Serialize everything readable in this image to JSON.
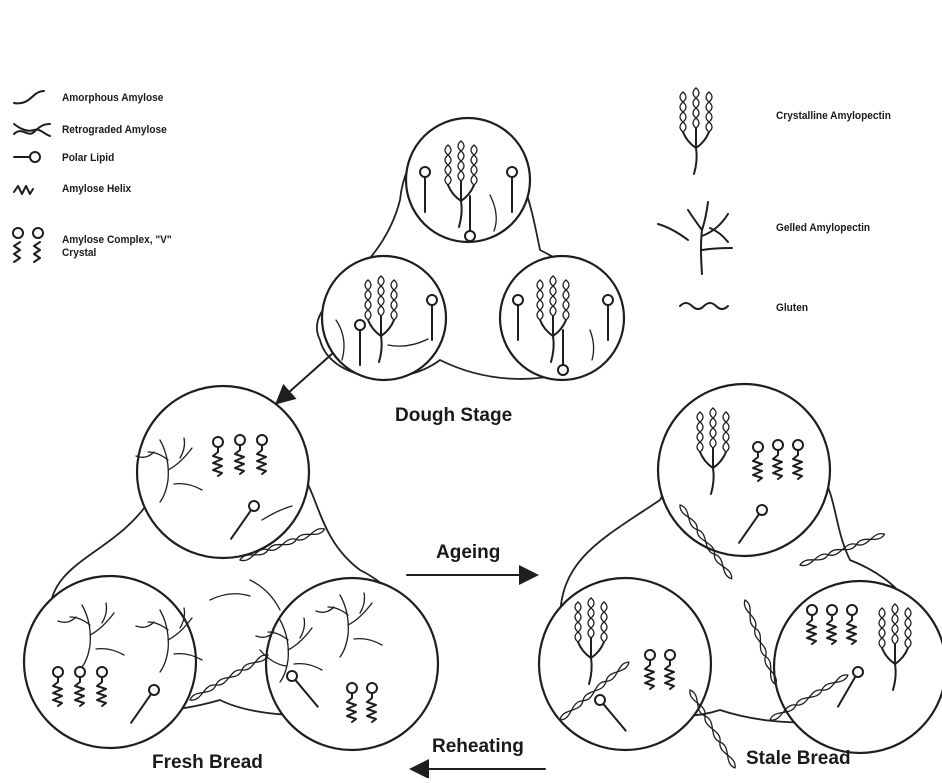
{
  "legend": {
    "amorphous_amylose": "Amorphous Amylose",
    "retrograded_amylose": "Retrograded Amylose",
    "polar_lipid": "Polar Lipid",
    "amylose_helix": "Amylose Helix",
    "amylose_complex_line1": "Amylose Complex, \"V\"",
    "amylose_complex_line2": "Crystal",
    "crystalline_amylopectin": "Crystalline Amylopectin",
    "gelled_amylopectin": "Gelled Amylopectin",
    "gluten": "Gluten"
  },
  "stages": {
    "dough": "Dough Stage",
    "fresh": "Fresh Bread",
    "stale": "Stale Bread"
  },
  "arrows": {
    "ageing": "Ageing",
    "reheating": "Reheating"
  },
  "icons": [
    "amorphous-amylose-icon",
    "retrograded-amylose-icon",
    "polar-lipid-icon",
    "amylose-helix-icon",
    "amylose-complex-icon",
    "crystalline-amylopectin-icon",
    "gelled-amylopectin-icon",
    "gluten-icon"
  ]
}
